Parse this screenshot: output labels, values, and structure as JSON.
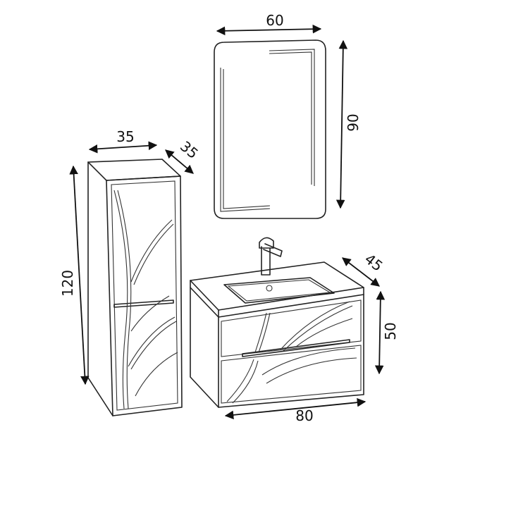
{
  "dimensions": {
    "mirror_width": "60",
    "mirror_height": "90",
    "column_width": "35",
    "column_depth": "35",
    "column_height": "120",
    "vanity_depth": "45",
    "vanity_height": "50",
    "vanity_width": "80"
  }
}
